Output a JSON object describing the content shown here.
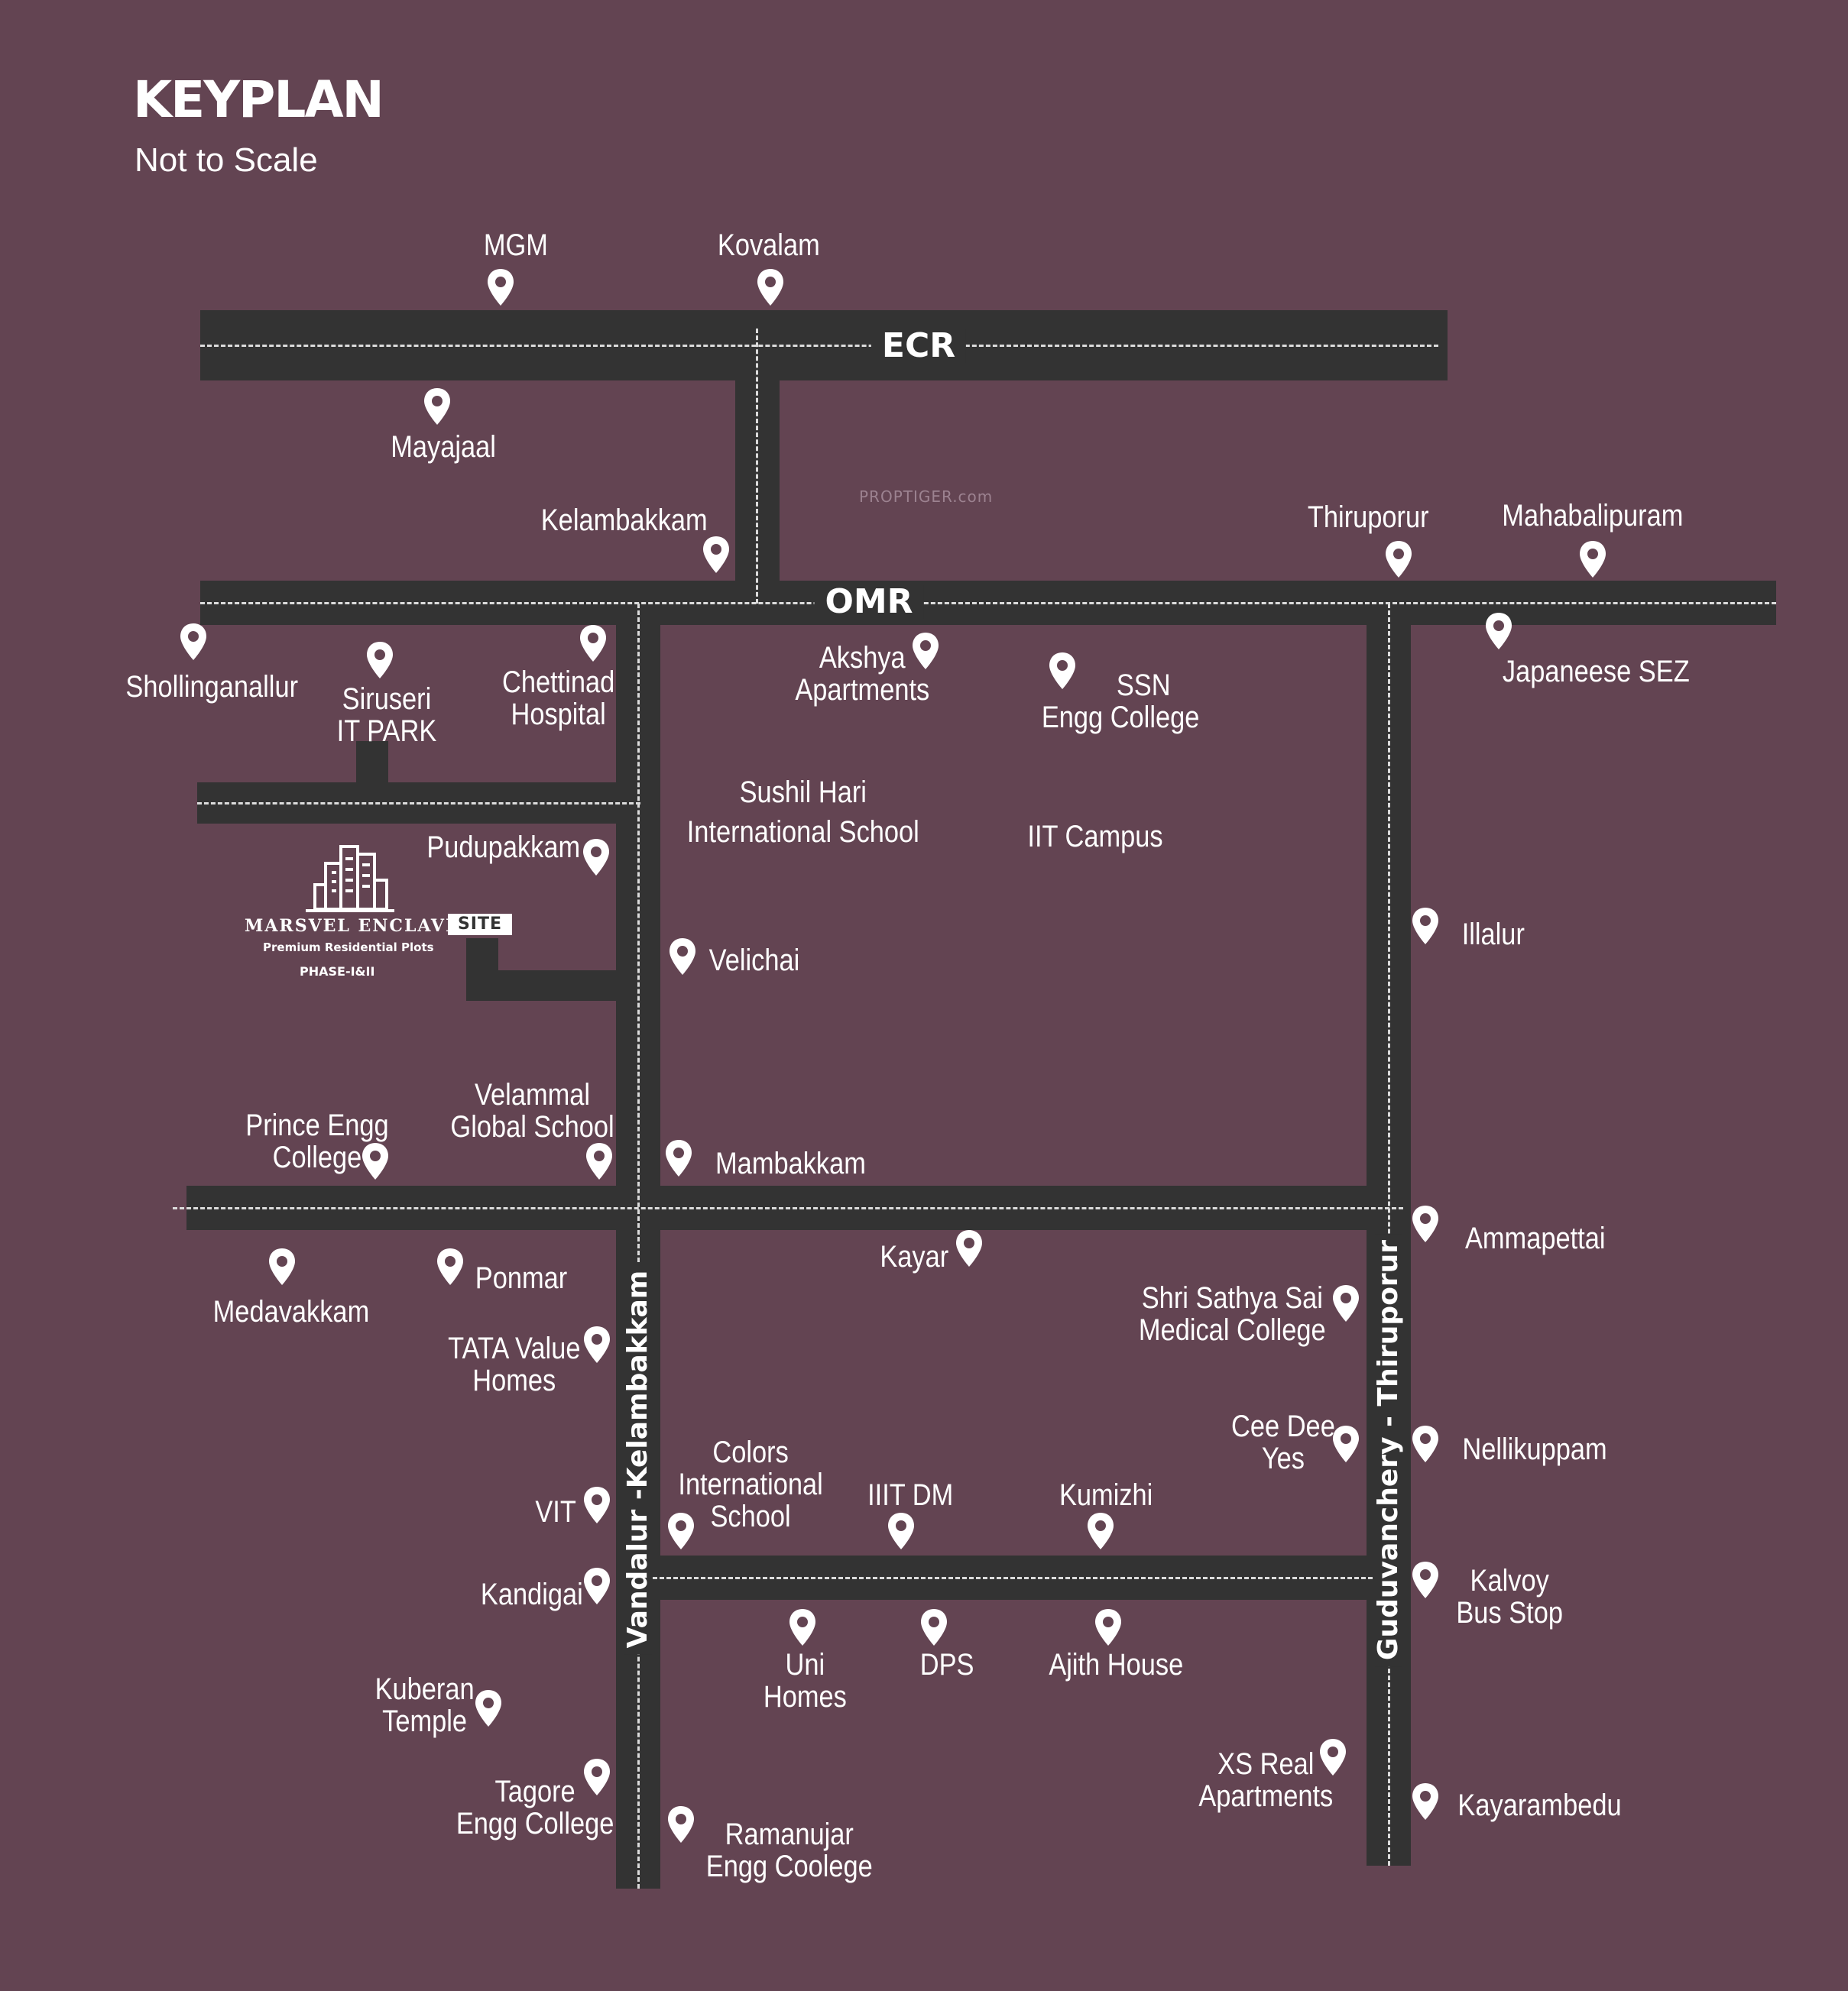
{
  "title": "KEYPLAN",
  "subtitle": "Not to Scale",
  "watermark": "PROPTIGER.com",
  "colors": {
    "background": "#634452",
    "road": "#333333",
    "text": "#ffffff"
  },
  "roads": {
    "ecr": "ECR",
    "omr": "OMR",
    "vandalur": "Vandalur -Kelambakkam",
    "guduvanchery": "Guduvanchery - Thiruporur"
  },
  "site": {
    "name": "MARSVEL ENCLAVE",
    "badge": "SITE",
    "tagline": "Premium Residential Plots",
    "phase": "PHASE-I&II",
    "icon": "buildings-icon"
  },
  "places": {
    "mgm": "MGM",
    "kovalam": "Kovalam",
    "mayajaal": "Mayajaal",
    "kelambakkam": "Kelambakkam",
    "thiruporur": "Thiruporur",
    "mahabalipuram": "Mahabalipuram",
    "shollinganallur": "Shollinganallur",
    "siruseri": [
      "Siruseri",
      "IT PARK"
    ],
    "chettinad": [
      "Chettinad",
      "Hospital"
    ],
    "akshya": [
      "Akshya",
      "Apartments"
    ],
    "ssn": [
      "SSN",
      "Engg College"
    ],
    "japaneese": "Japaneese SEZ",
    "sushil": [
      "Sushil Hari",
      "International School"
    ],
    "iit": "IIT Campus",
    "pudupakkam": "Pudupakkam",
    "illalur": "Illalur",
    "velichai": "Velichai",
    "prince": [
      "Prince Engg",
      "College"
    ],
    "velammal": [
      "Velammal",
      "Global School"
    ],
    "mambakkam": "Mambakkam",
    "ammapettai": "Ammapettai",
    "medavakkam": "Medavakkam",
    "ponmar": "Ponmar",
    "kayar": "Kayar",
    "sathya": [
      "Shri Sathya Sai",
      "Medical College"
    ],
    "tata": [
      "TATA Value",
      "Homes"
    ],
    "ceedee": [
      "Cee Dee",
      "Yes"
    ],
    "nellikuppam": "Nellikuppam",
    "colors": [
      "Colors",
      "International",
      "School"
    ],
    "iiitdm": "IIIT DM",
    "kumizhi": "Kumizhi",
    "vit": "VIT",
    "kandigai": "Kandigai",
    "kalvoy": [
      "Kalvoy",
      "Bus Stop"
    ],
    "uni": [
      "Uni",
      "Homes"
    ],
    "dps": "DPS",
    "ajith": "Ajith House",
    "kuberan": [
      "Kuberan",
      "Temple"
    ],
    "xs": [
      "XS Real",
      "Apartments"
    ],
    "tagore": [
      "Tagore",
      "Engg College"
    ],
    "kayarambedu": "Kayarambedu",
    "ramanujar": [
      "Ramanujar",
      "Engg Coolege"
    ]
  }
}
